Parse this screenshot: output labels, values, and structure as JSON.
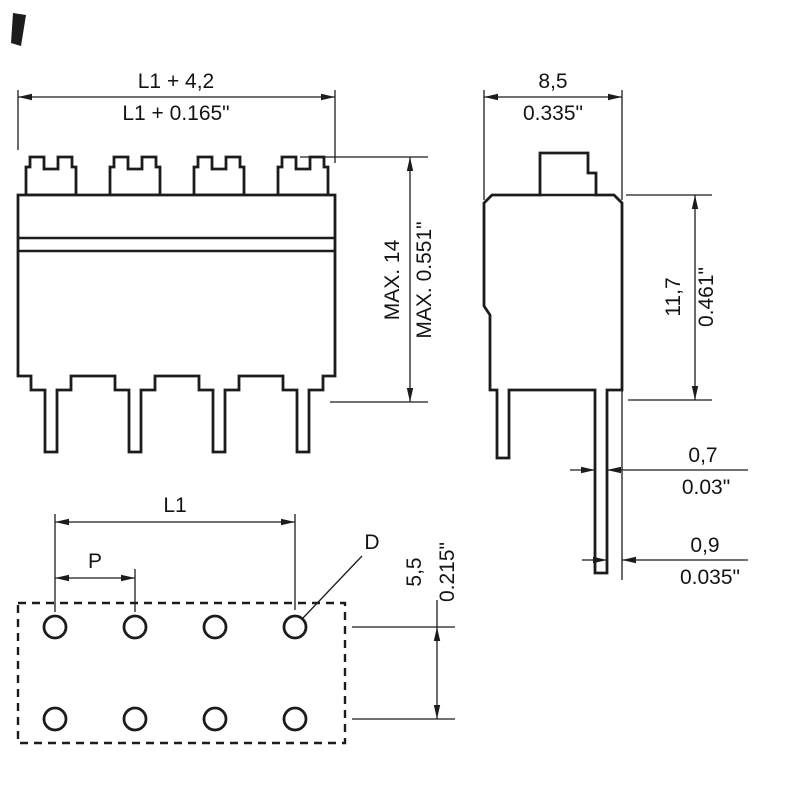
{
  "colors": {
    "ink": "#1c1c1c",
    "background": "#ffffff"
  },
  "drawing": {
    "front_view": {
      "width_metric": "L1 + 4,2",
      "width_imperial": "L1 + 0.165\"",
      "height_metric": "MAX. 14",
      "height_imperial": "MAX. 0.551\""
    },
    "side_view": {
      "width_metric": "8,5",
      "width_imperial": "0.335\"",
      "height_metric": "11,7",
      "height_imperial": "0.461\"",
      "pin_thickness_metric": "0,7",
      "pin_thickness_imperial": "0.03\"",
      "pin_offset_metric": "0,9",
      "pin_offset_imperial": "0.035\""
    },
    "footprint_view": {
      "length_label": "L1",
      "pitch_label": "P",
      "hole_diameter_label": "D",
      "row_spacing_metric": "5,5",
      "row_spacing_imperial": "0.215\""
    }
  }
}
